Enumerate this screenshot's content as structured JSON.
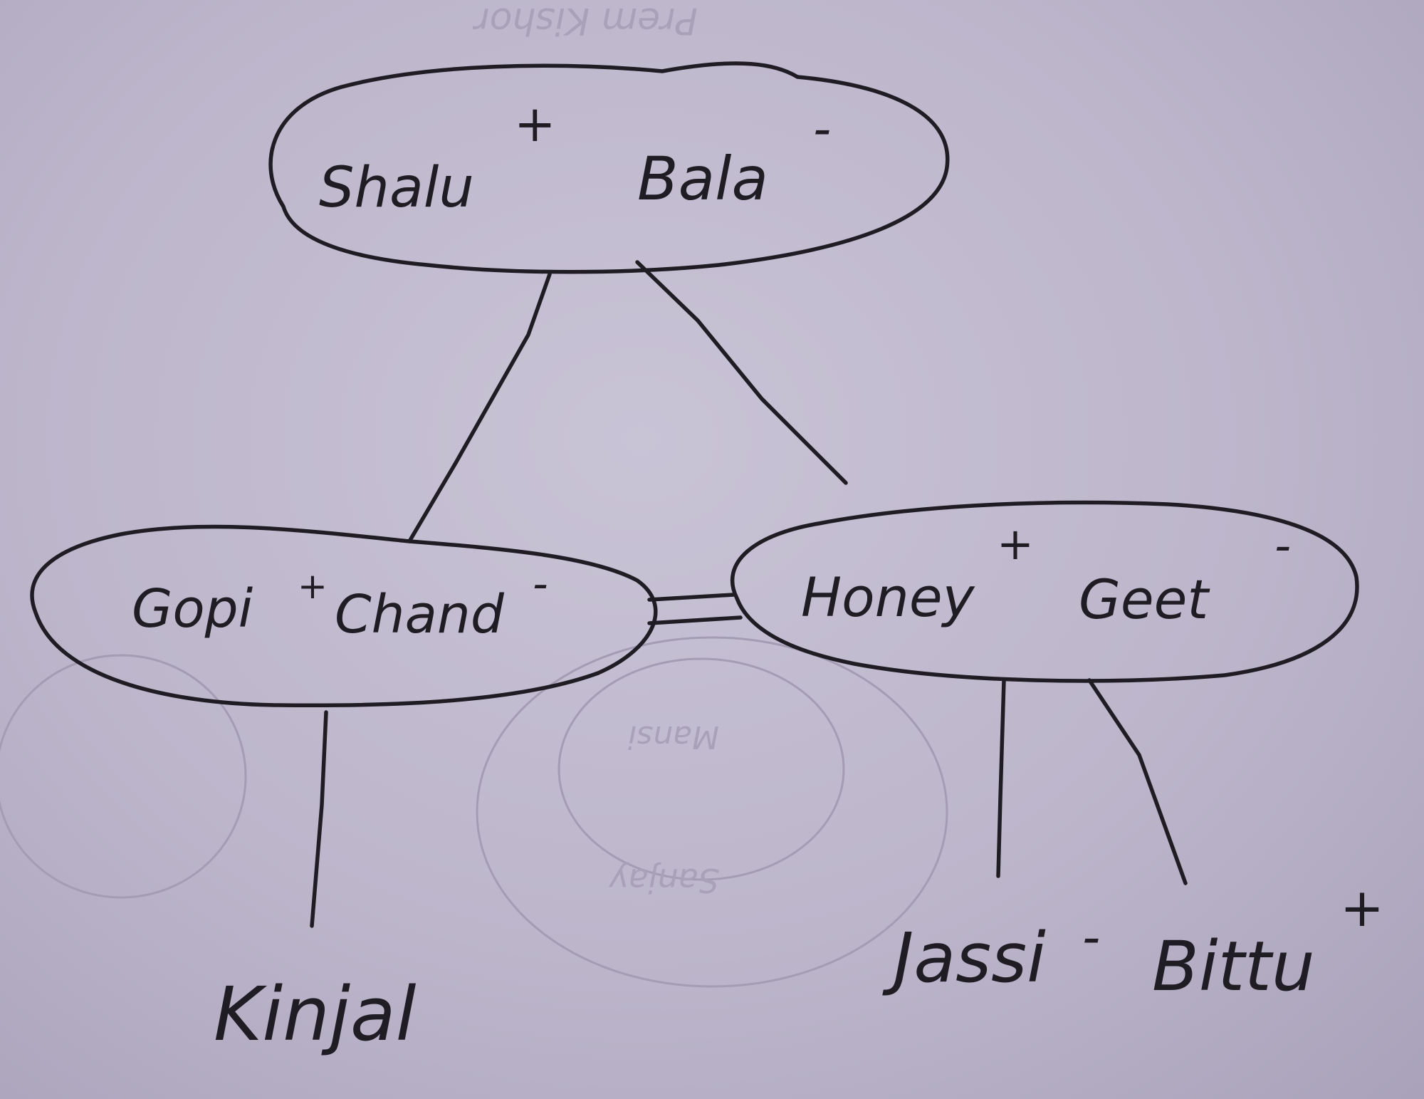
{
  "nodes": {
    "top_couple": {
      "left": {
        "name": "Shalu",
        "sign": "+"
      },
      "right": {
        "name": "Bala",
        "sign": "-"
      }
    },
    "left_couple": {
      "left": {
        "name": "Gopi",
        "sign": "+"
      },
      "right": {
        "name": "Chand",
        "sign": "-"
      }
    },
    "right_couple": {
      "left": {
        "name": "Honey",
        "sign": "+"
      },
      "right": {
        "name": "Geet",
        "sign": "-"
      }
    },
    "child_kinjal": {
      "name": "Kinjal"
    },
    "child_jassi": {
      "name": "Jassi",
      "sign": "-"
    },
    "child_bittu": {
      "name": "Bittu",
      "sign": "+"
    }
  },
  "marriage_link": "=",
  "show_through": {
    "top": "Prem Kishor",
    "middle": "Mansi",
    "bottom": "Sanjay"
  },
  "colors": {
    "ink": "#1f1c24",
    "paper": "#c4bed2"
  }
}
